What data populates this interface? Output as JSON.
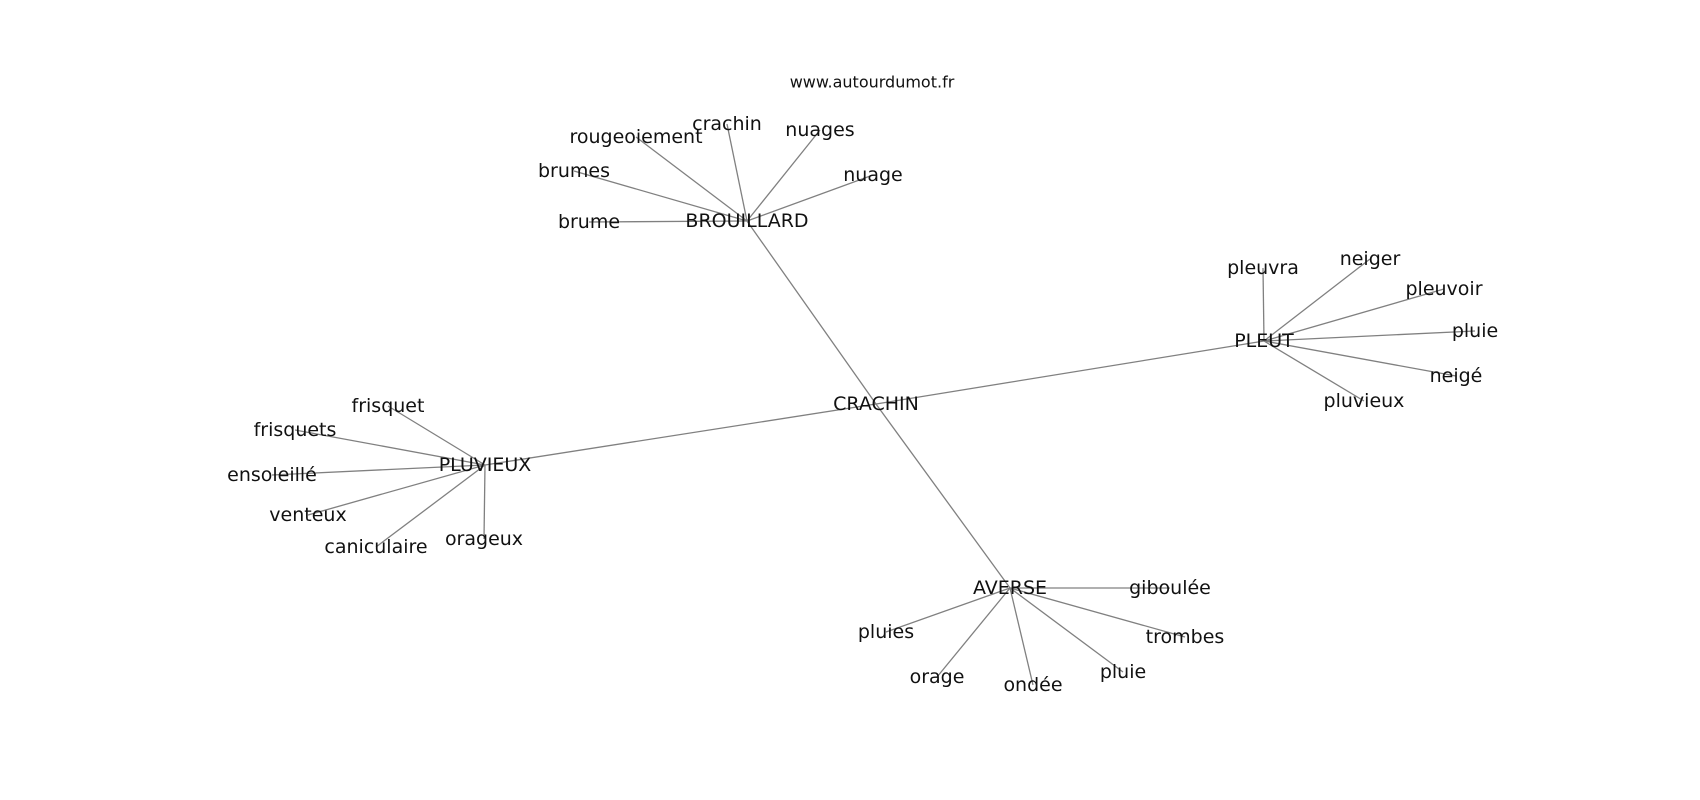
{
  "watermark": "www.autourdumot.fr",
  "graph": {
    "center": "CRACHIN",
    "hubs": [
      {
        "label": "BROUILLARD",
        "leaves": [
          "crachin",
          "rougeoiement",
          "nuages",
          "nuage",
          "brumes",
          "brume"
        ]
      },
      {
        "label": "PLEUT",
        "leaves": [
          "pleuvra",
          "neiger",
          "pleuvoir",
          "pluie",
          "neigé",
          "pluvieux"
        ]
      },
      {
        "label": "PLUVIEUX",
        "leaves": [
          "frisquet",
          "frisquets",
          "ensoleillé",
          "venteux",
          "caniculaire",
          "orageux"
        ]
      },
      {
        "label": "AVERSE",
        "leaves": [
          "giboulée",
          "trombes",
          "pluie",
          "ondée",
          "orage",
          "pluies"
        ]
      }
    ]
  }
}
